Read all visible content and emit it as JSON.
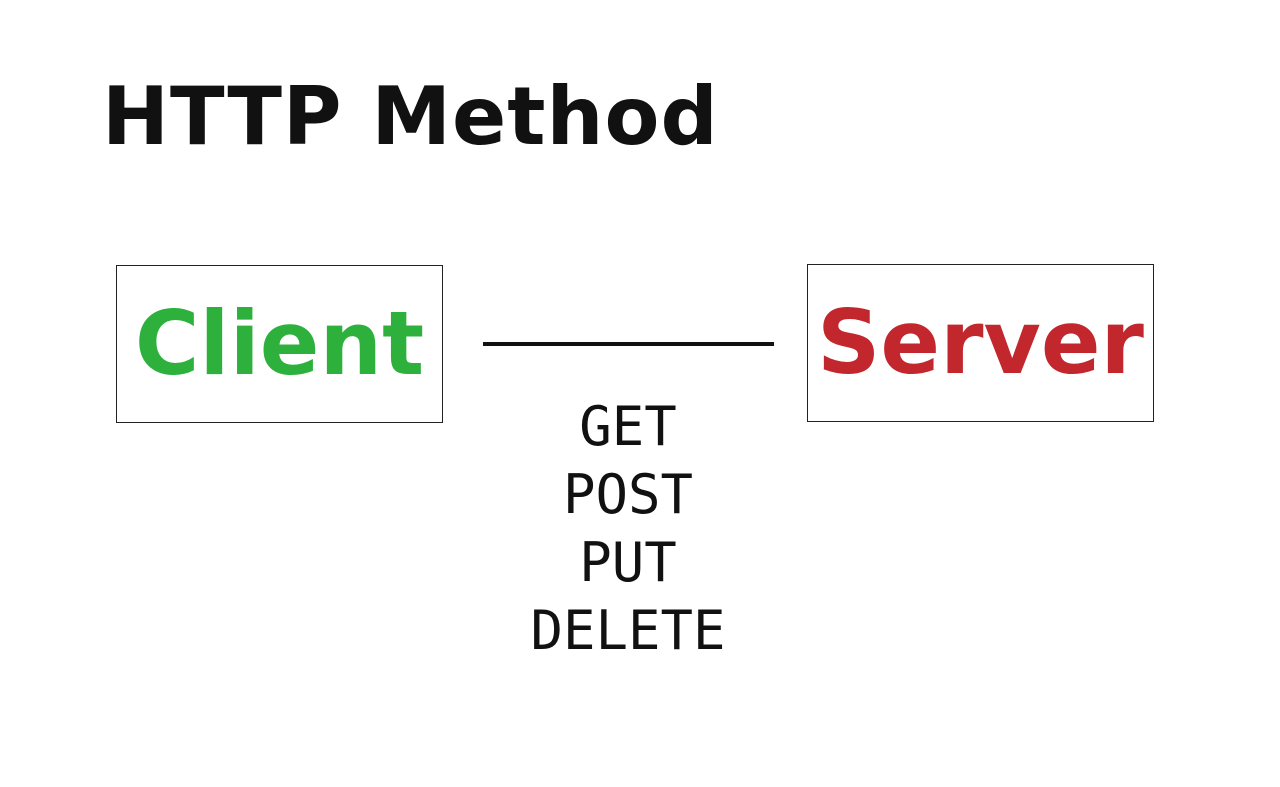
{
  "title": "HTTP Method",
  "client": {
    "label": "Client",
    "color": "#2db13c"
  },
  "server": {
    "label": "Server",
    "color": "#c1272d"
  },
  "methods": [
    "GET",
    "POST",
    "PUT",
    "DELETE"
  ]
}
